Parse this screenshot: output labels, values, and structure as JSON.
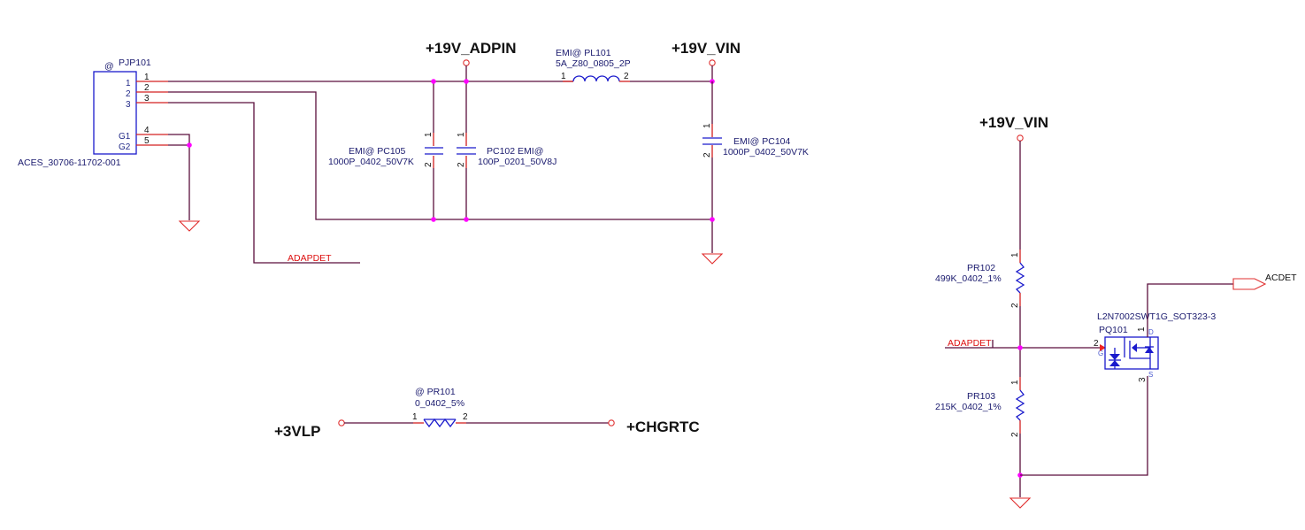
{
  "schematic": {
    "nets": {
      "adpin": "+19V_ADPIN",
      "vin_top": "+19V_VIN",
      "vin_right": "+19V_VIN",
      "vlp": "+3VLP",
      "chgrtc": "+CHGRTC",
      "adapdet_left": "ADAPDET",
      "adapdet_right": "ADAPDET",
      "acdet": "ACDET"
    },
    "connector": {
      "ref": "PJP101",
      "at": "@",
      "part": "ACES_30706-11702-001",
      "inner_pins": [
        "1",
        "2",
        "3",
        "G1",
        "G2"
      ],
      "outer_pins": [
        "1",
        "2",
        "3",
        "4",
        "5"
      ]
    },
    "pc105": {
      "label": "EMI@  PC105",
      "value": "1000P_0402_50V7K",
      "pin1": "1",
      "pin2": "2"
    },
    "pc102": {
      "label": "PC102 EMI@",
      "value": "100P_0201_50V8J",
      "pin1": "1",
      "pin2": "2"
    },
    "pl101": {
      "label": "EMI@  PL101",
      "value": "5A_Z80_0805_2P",
      "pin1": "1",
      "pin2": "2"
    },
    "pc104": {
      "label": "EMI@  PC104",
      "value": "1000P_0402_50V7K",
      "pin1": "1",
      "pin2": "2"
    },
    "pr101": {
      "label": "@ PR101",
      "value": "0_0402_5%",
      "pin1": "1",
      "pin2": "2"
    },
    "pr102": {
      "label": "PR102",
      "value": "499K_0402_1%",
      "pin1": "1",
      "pin2": "2"
    },
    "pr103": {
      "label": "PR103",
      "value": "215K_0402_1%",
      "pin1": "1",
      "pin2": "2"
    },
    "pq101": {
      "label": "PQ101",
      "part": "L2N7002SWT1G_SOT323-3",
      "pin_g": "2",
      "pin_d": "1",
      "pin_s": "3",
      "g": "G",
      "d": "D",
      "s": "S"
    }
  }
}
